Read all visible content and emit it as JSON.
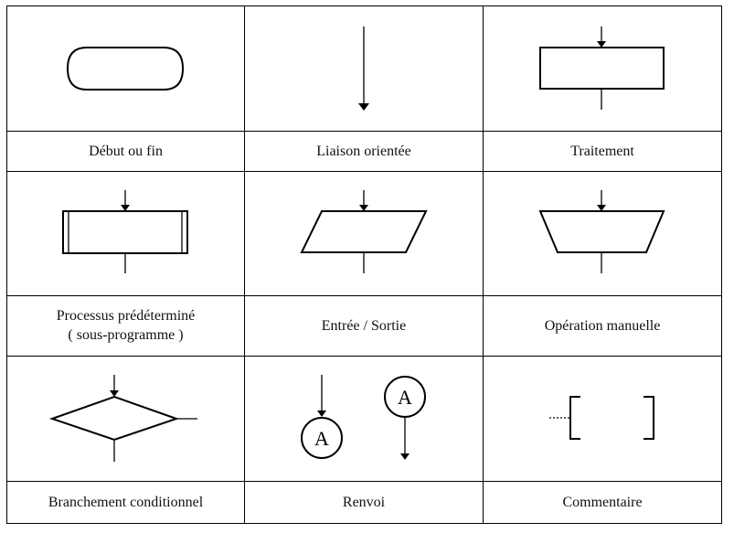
{
  "cells": {
    "debut_fin": {
      "label": "Début ou fin"
    },
    "liaison": {
      "label": "Liaison orientée"
    },
    "traitement": {
      "label": "Traitement"
    },
    "processus": {
      "label_line1": "Processus prédéterminé",
      "label_line2": "( sous-programme )"
    },
    "entree_sortie": {
      "label": "Entrée / Sortie"
    },
    "operation": {
      "label": "Opération manuelle"
    },
    "branchement": {
      "label": "Branchement conditionnel"
    },
    "renvoi": {
      "label": "Renvoi",
      "connector_letter": "A"
    },
    "commentaire": {
      "label": "Commentaire"
    }
  }
}
